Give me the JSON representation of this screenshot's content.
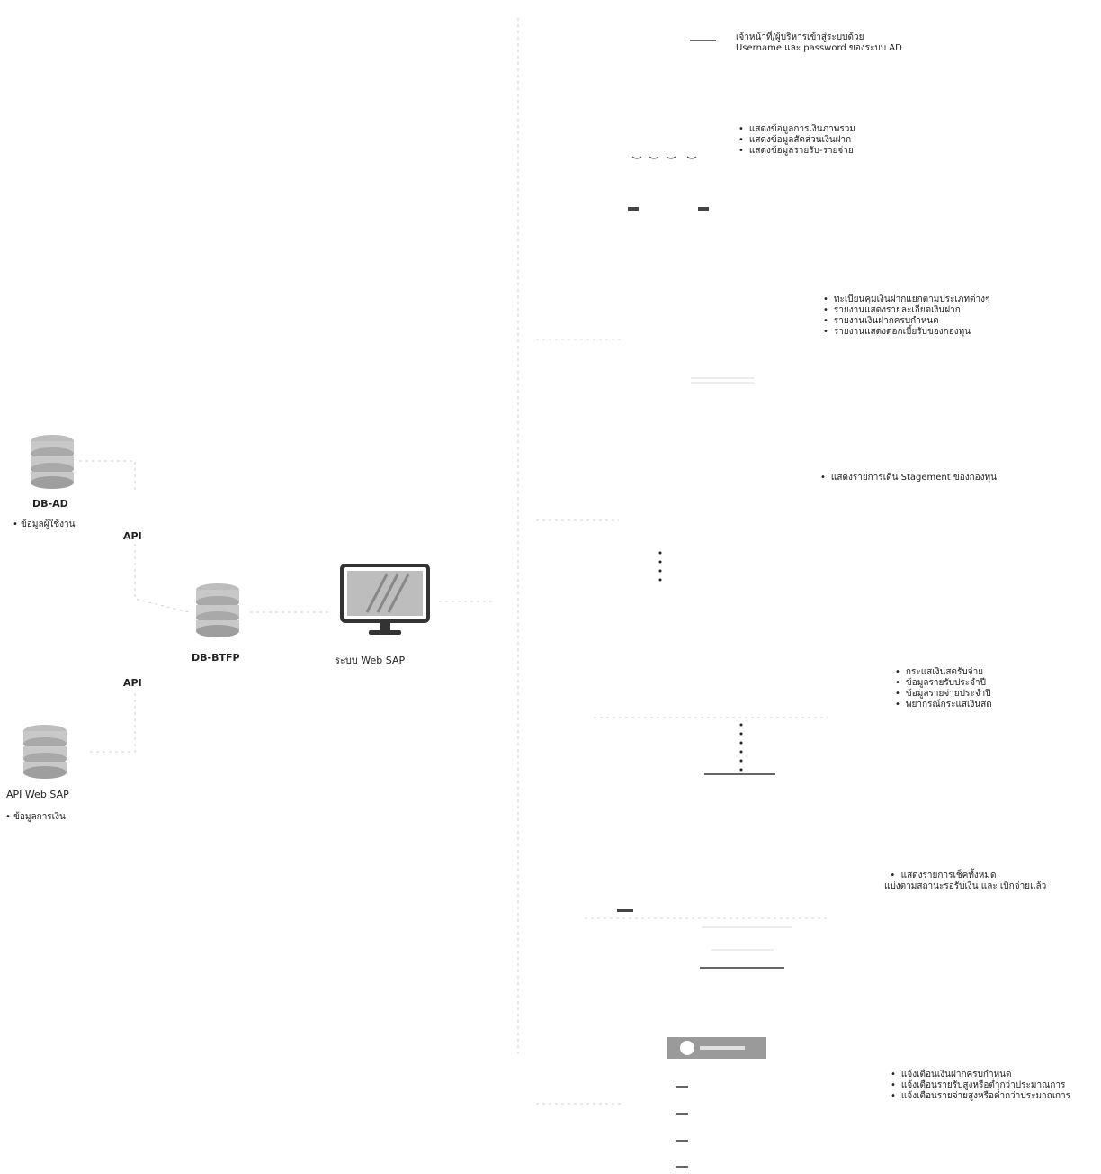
{
  "left": {
    "db_ad": {
      "label": "DB-AD",
      "bullet": "ข้อมูลผู้ใช้งาน"
    },
    "api_label_1": "API",
    "db_btfp": {
      "label": "DB-BTFP"
    },
    "web_sap": {
      "label": "ระบบ Web SAP"
    },
    "api_label_2": "API",
    "api_web_sap": {
      "label": "API Web SAP",
      "bullet": "ข้อมูลการเงิน"
    }
  },
  "modules": {
    "login": {
      "line1": "เจ้าหน้าที่/ผู้บริหารเข้าสู่ระบบด้วย",
      "line2": "Username และ password ของระบบ AD"
    },
    "dashboard": {
      "items": [
        "แสดงข้อมูลการเงินภาพรวม",
        "แสดงข้อมูลสัดส่วนเงินฝาก",
        "แสดงข้อมูลรายรับ-รายจ่าย"
      ]
    },
    "deposit_reports": {
      "items": [
        "ทะเบียนคุมเงินฝากแยกตามประเภทต่างๆ",
        "รายงานแสดงรายละเอียดเงินฝาก",
        "รายงานเงินฝากครบกำหนด",
        "รายงานแสดงดอกเบี้ยรับของกองทุน"
      ]
    },
    "statement": {
      "items": [
        "แสดงรายการเดิน Stagement ของกองทุน"
      ]
    },
    "cashflow": {
      "items": [
        "กระแสเงินสดรับจ่าย",
        "ข้อมูลรายรับประจำปี",
        "ข้อมูลรายจ่ายประจำปี",
        "พยากรณ์กระแสเงินสด"
      ]
    },
    "cheques": {
      "line1": "แสดงรายการเช็คทั้งหมด",
      "line2": "แบ่งตามสถานะรอรับเงิน และ เบิกจ่ายแล้ว"
    },
    "alerts": {
      "items": [
        "แจ้งเตือนเงินฝากครบกำหนด",
        "แจ้งเตือนรายรับสูงหรือต่ำกว่าประมาณการ",
        "แจ้งเตือนรายจ่ายสูงหรือต่ำกว่าประมาณการ"
      ]
    }
  }
}
